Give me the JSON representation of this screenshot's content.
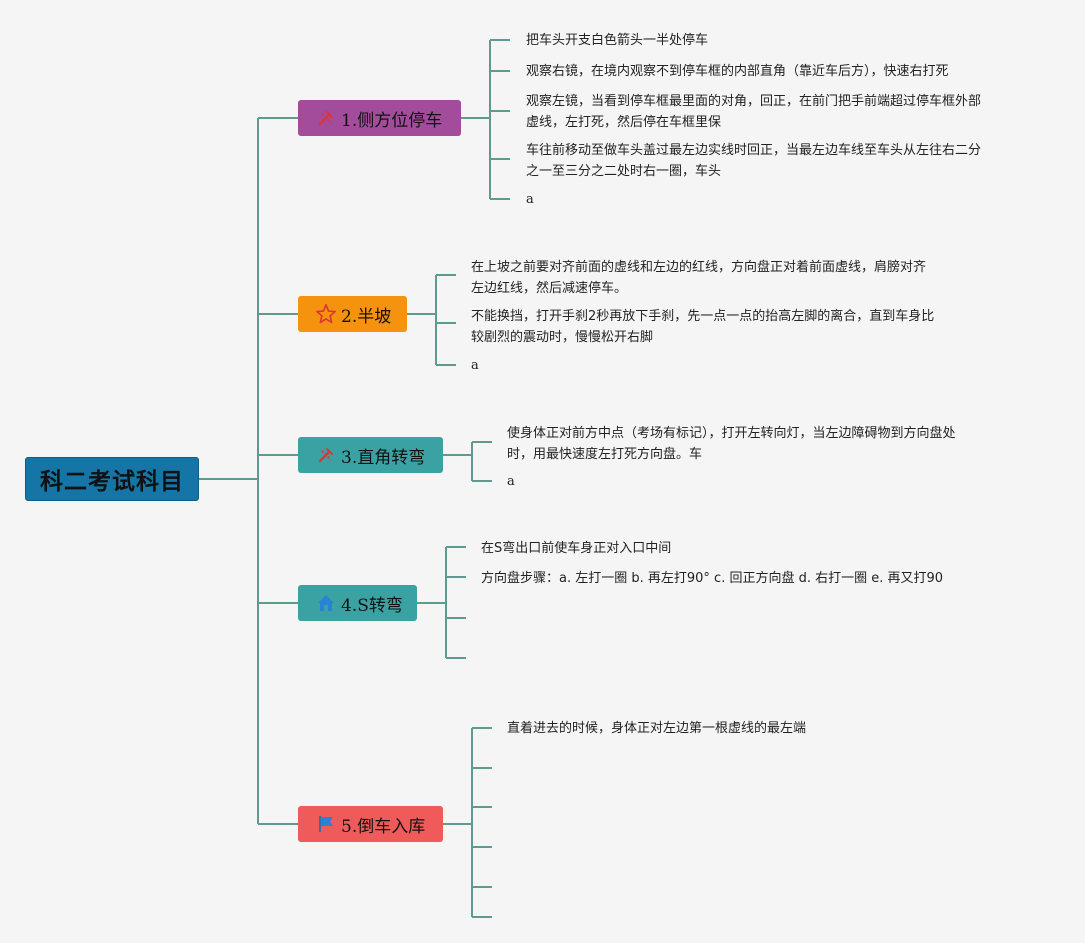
{
  "root": {
    "title": "科二考试科目"
  },
  "branches": [
    {
      "title": "1.侧方位停车",
      "color": "#a24c9b",
      "icon": "tools-icon",
      "leaves": [
        "把车头开支白色箭头一半处停车",
        "观察右镜，在境内观察不到停车框的内部直角（靠近车后方），快速右打死",
        "观察左镜，当看到停车框最里面的对角，回正，在前门把手前端超过停车框外部\n虚线，左打死，然后停在车框里保",
        "车往前移动至做车头盖过最左边实线时回正，当最左边车线至车头从左往右二分\n之一至三分之二处时右一圈，车头",
        "a"
      ]
    },
    {
      "title": "2.半坡",
      "color": "#f5930f",
      "icon": "star-icon",
      "leaves": [
        "在上坡之前要对齐前面的虚线和左边的红线，方向盘正对着前面虚线，肩膀对齐\n左边红线，然后减速停车。",
        "不能换挡，打开手刹2秒再放下手刹，先一点一点的抬高左脚的离合，直到车身比\n较剧烈的震动时，慢慢松开右脚",
        "a"
      ]
    },
    {
      "title": "3.直角转弯",
      "color": "#3ba2a4",
      "icon": "tools-icon",
      "leaves": [
        "使身体正对前方中点（考场有标记），打开左转向灯，当左边障碍物到方向盘处\n时，用最快速度左打死方向盘。车",
        "a"
      ]
    },
    {
      "title": "4.S转弯",
      "color": "#3ba2a4",
      "icon": "home-icon",
      "leaves": [
        "在S弯出口前使车身正对入口中间",
        "方向盘步骤：a. 左打一圈 b. 再左打90° c. 回正方向盘 d. 右打一圈 e. 再又打90",
        "",
        ""
      ]
    },
    {
      "title": "5.倒车入库",
      "color": "#ef5b5b",
      "icon": "flag-icon",
      "leaves": [
        "直着进去的时候，身体正对左边第一根虚线的最左端",
        "",
        "",
        "",
        "",
        ""
      ]
    }
  ]
}
